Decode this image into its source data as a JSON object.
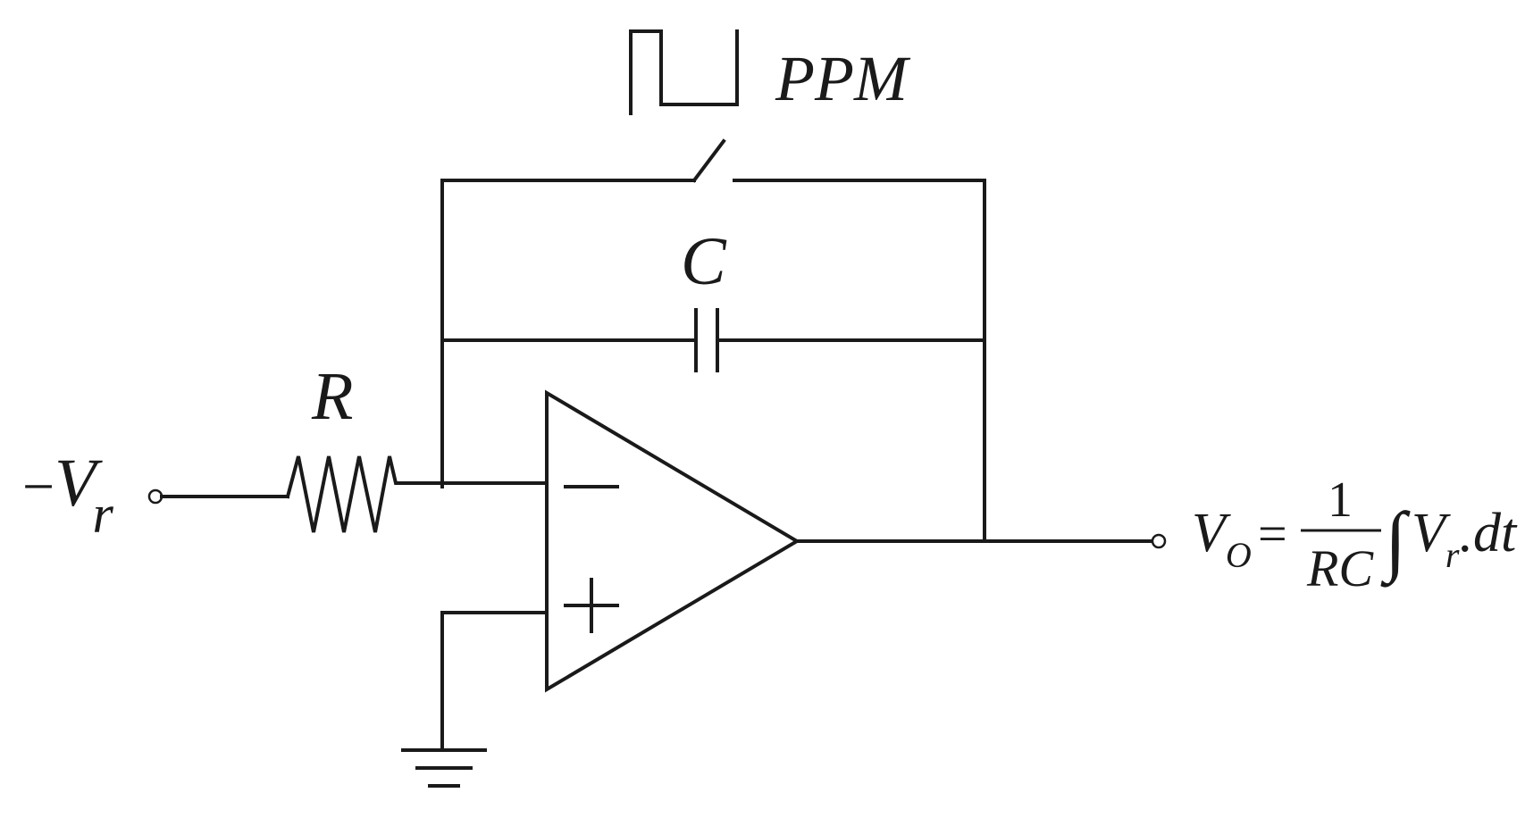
{
  "diagram": {
    "type": "circuit-schematic",
    "components": {
      "input": {
        "label_sign": "−",
        "label_main": "V",
        "label_sub": "r"
      },
      "resistor": {
        "label": "R"
      },
      "capacitor": {
        "label": "C"
      },
      "switch": {
        "label": "PPM"
      },
      "opamp": {
        "inverting_symbol": "−",
        "noninverting_symbol": "+"
      },
      "ground": {}
    },
    "output_equation": {
      "lhs_main": "V",
      "lhs_sub": "O",
      "equals": "=",
      "numerator": "1",
      "denominator": "RC",
      "integral": "∫",
      "integrand_main": "V",
      "integrand_sub": "r",
      "integrand_tail": ".dt"
    }
  }
}
